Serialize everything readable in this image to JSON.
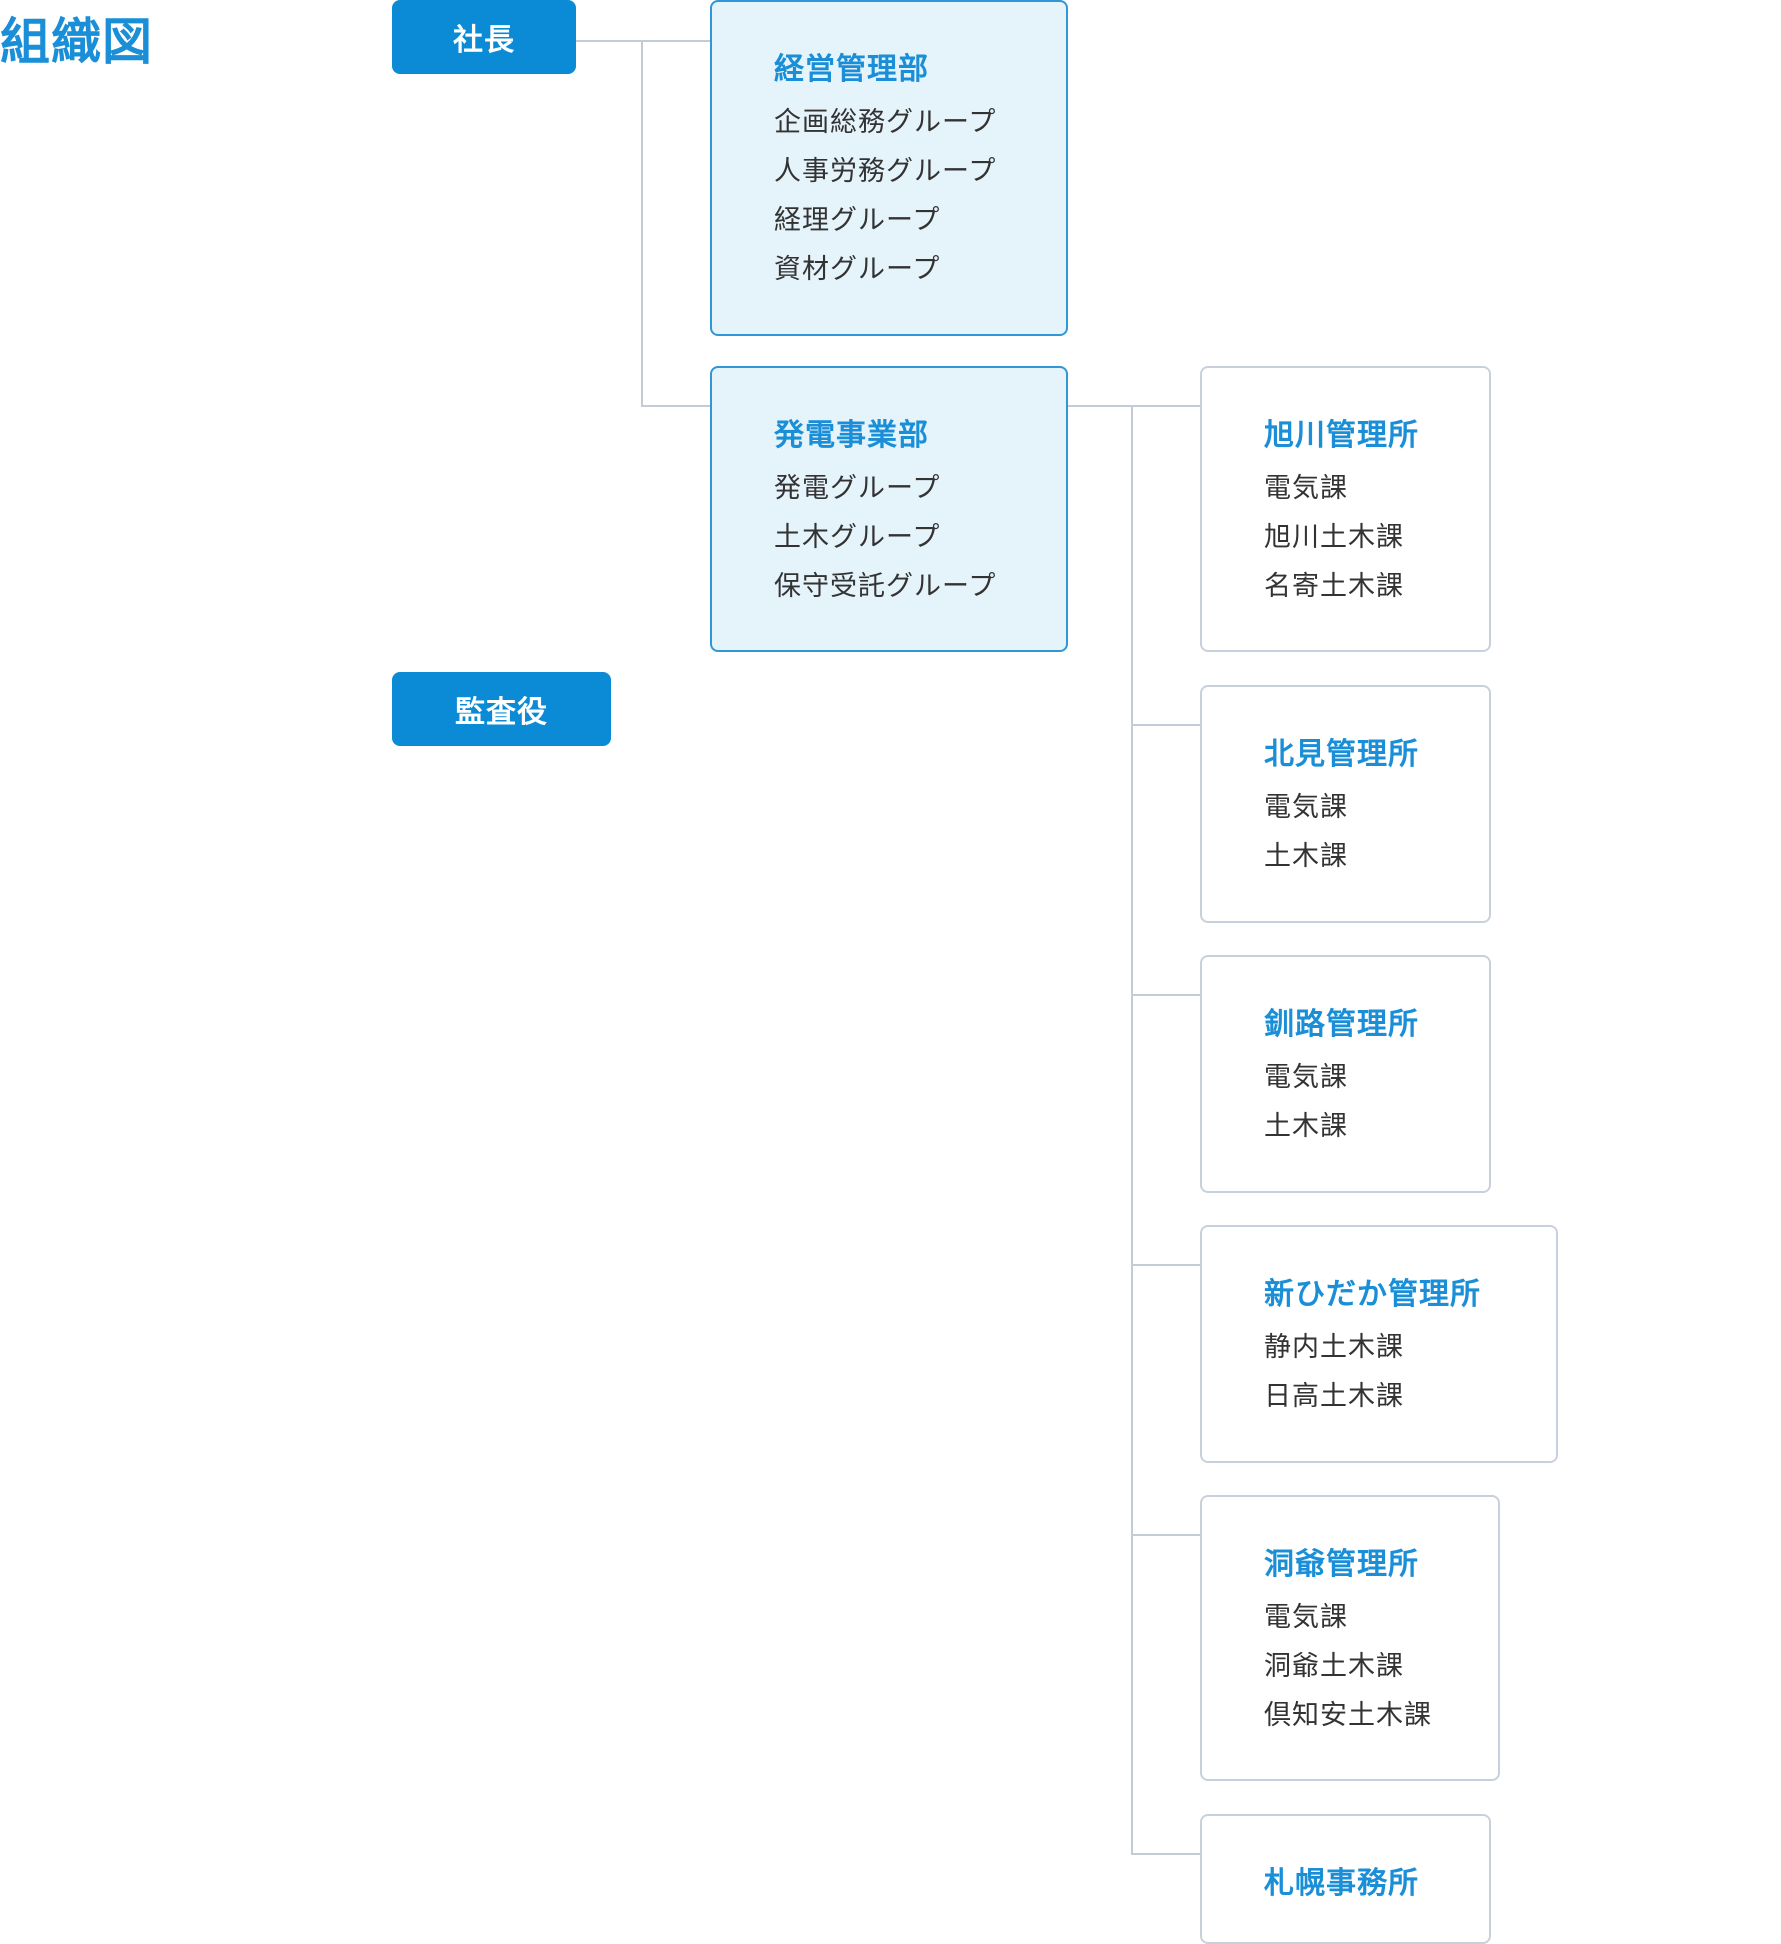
{
  "page_title": "組織図",
  "executives": {
    "president": "社長",
    "auditor": "監査役"
  },
  "departments": [
    {
      "title": "経営管理部",
      "items": [
        "企画総務グループ",
        "人事労務グループ",
        "経理グループ",
        "資材グループ"
      ]
    },
    {
      "title": "発電事業部",
      "items": [
        "発電グループ",
        "土木グループ",
        "保守受託グループ"
      ]
    }
  ],
  "offices": [
    {
      "title": "旭川管理所",
      "items": [
        "電気課",
        "旭川土木課",
        "名寄土木課"
      ]
    },
    {
      "title": "北見管理所",
      "items": [
        "電気課",
        "土木課"
      ]
    },
    {
      "title": "釧路管理所",
      "items": [
        "電気課",
        "土木課"
      ]
    },
    {
      "title": "新ひだか管理所",
      "items": [
        "静内土木課",
        "日高土木課"
      ]
    },
    {
      "title": "洞爺管理所",
      "items": [
        "電気課",
        "洞爺土木課",
        "倶知安土木課"
      ]
    },
    {
      "title": "札幌事務所",
      "items": []
    }
  ],
  "colors": {
    "accent": "#1a8fd8",
    "exec_button_bg": "#0b8ad6",
    "dept_bg": "#e5f3fb",
    "dept_border": "#2f97d6",
    "office_border": "#c8d1db",
    "connector": "#c3ccd6",
    "item_text": "#333333"
  }
}
